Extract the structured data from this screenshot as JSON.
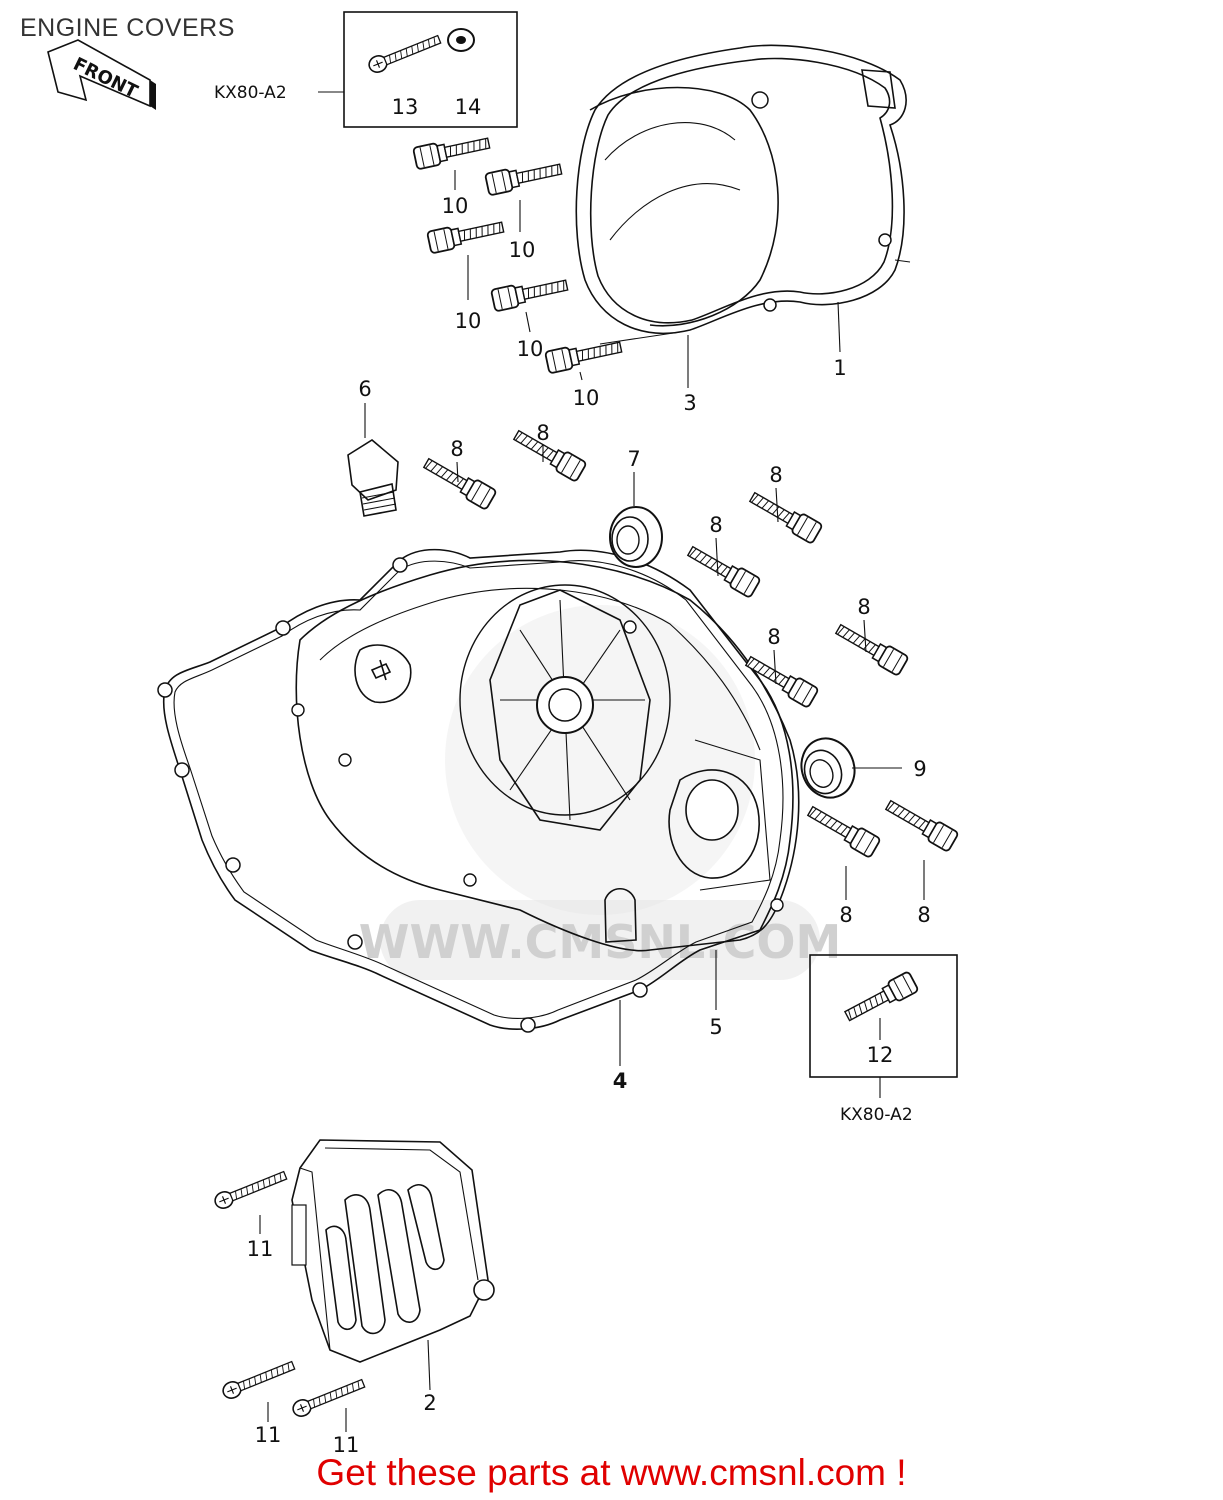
{
  "header": {
    "title": "ENGINE COVERS"
  },
  "front_arrow": {
    "label": "FRONT"
  },
  "model_boxes": {
    "top_label": "KX80-A2",
    "bottom_label": "KX80-A2"
  },
  "callouts": {
    "c1": "1",
    "c2": "2",
    "c3": "3",
    "c4": "4",
    "c5": "5",
    "c6": "6",
    "c7": "7",
    "c8a": "8",
    "c8b": "8",
    "c8c": "8",
    "c8d": "8",
    "c8e": "8",
    "c8f": "8",
    "c8g": "8",
    "c8h": "8",
    "c9": "9",
    "c10a": "10",
    "c10b": "10",
    "c10c": "10",
    "c10d": "10",
    "c10e": "10",
    "c11a": "11",
    "c11b": "11",
    "c11c": "11",
    "c12": "12",
    "c13": "13",
    "c14": "14"
  },
  "watermark": {
    "text": "WWW.CMSNL.COM"
  },
  "footer": {
    "cta": "Get these parts at www.cmsnl.com !"
  },
  "colors": {
    "cta": "#e00000",
    "line": "#111111",
    "watermark": "#e3e3e3"
  }
}
